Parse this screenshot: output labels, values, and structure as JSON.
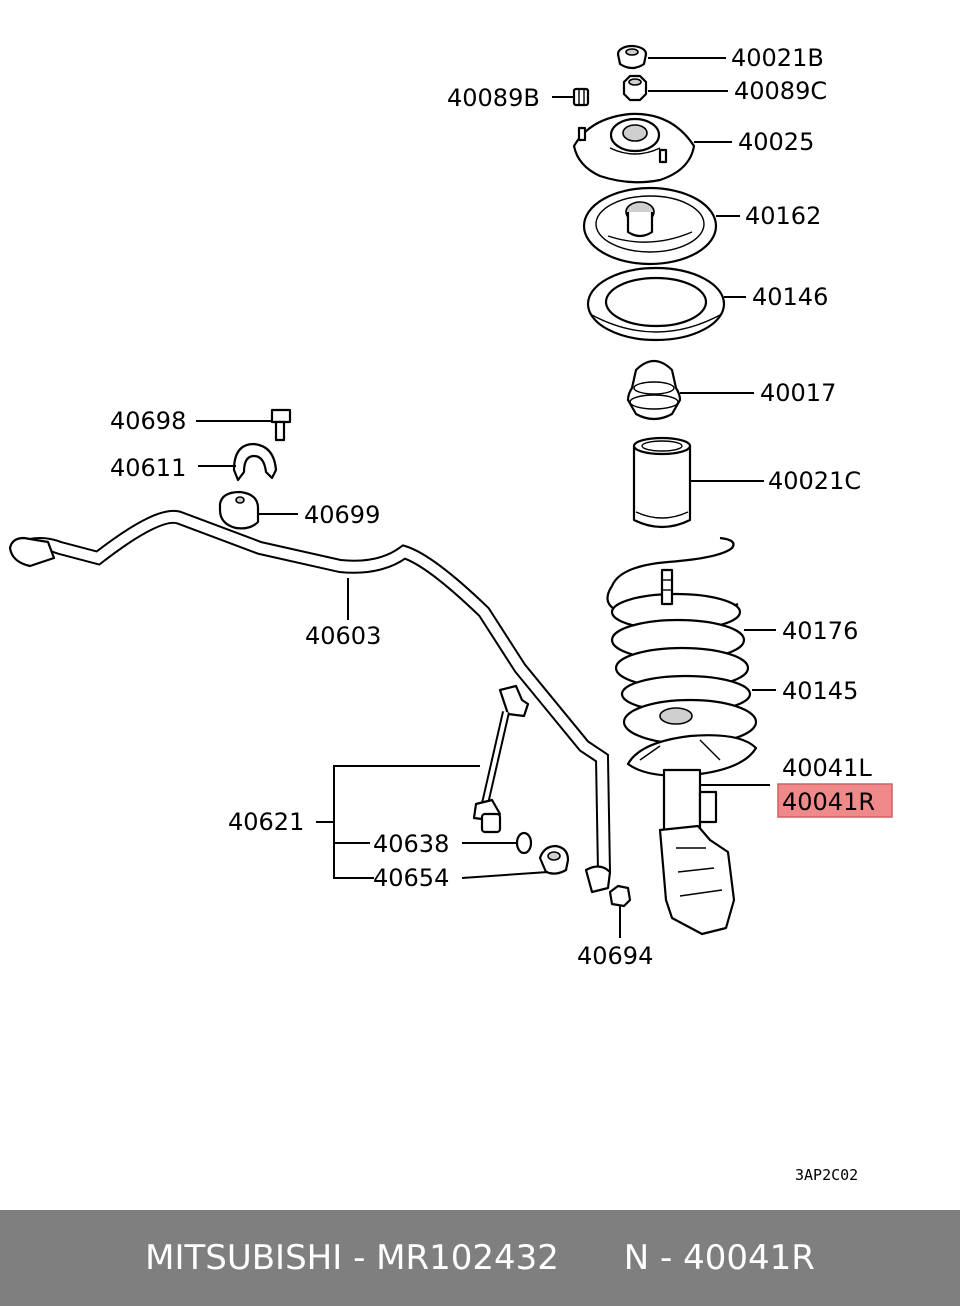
{
  "labels": {
    "p40021b": "40021B",
    "p40089b": "40089B",
    "p40089c": "40089C",
    "p40025": "40025",
    "p40162": "40162",
    "p40146": "40146",
    "p40698": "40698",
    "p40017": "40017",
    "p40611": "40611",
    "p40021c": "40021C",
    "p40699": "40699",
    "p40603": "40603",
    "p40176": "40176",
    "p40145": "40145",
    "p40041l": "40041L",
    "p40041r": "40041R",
    "p40621": "40621",
    "p40638": "40638",
    "p40654": "40654",
    "p40694": "40694"
  },
  "diagram_ref": "3AP2C02",
  "footer": {
    "brand": "MITSUBISHI",
    "part_number": "MR102432",
    "callout": "N - 40041R",
    "separator": " - "
  },
  "colors": {
    "highlight": "#f08a8a",
    "footer_bg": "#7f7f7f",
    "footer_text": "#ffffff"
  }
}
